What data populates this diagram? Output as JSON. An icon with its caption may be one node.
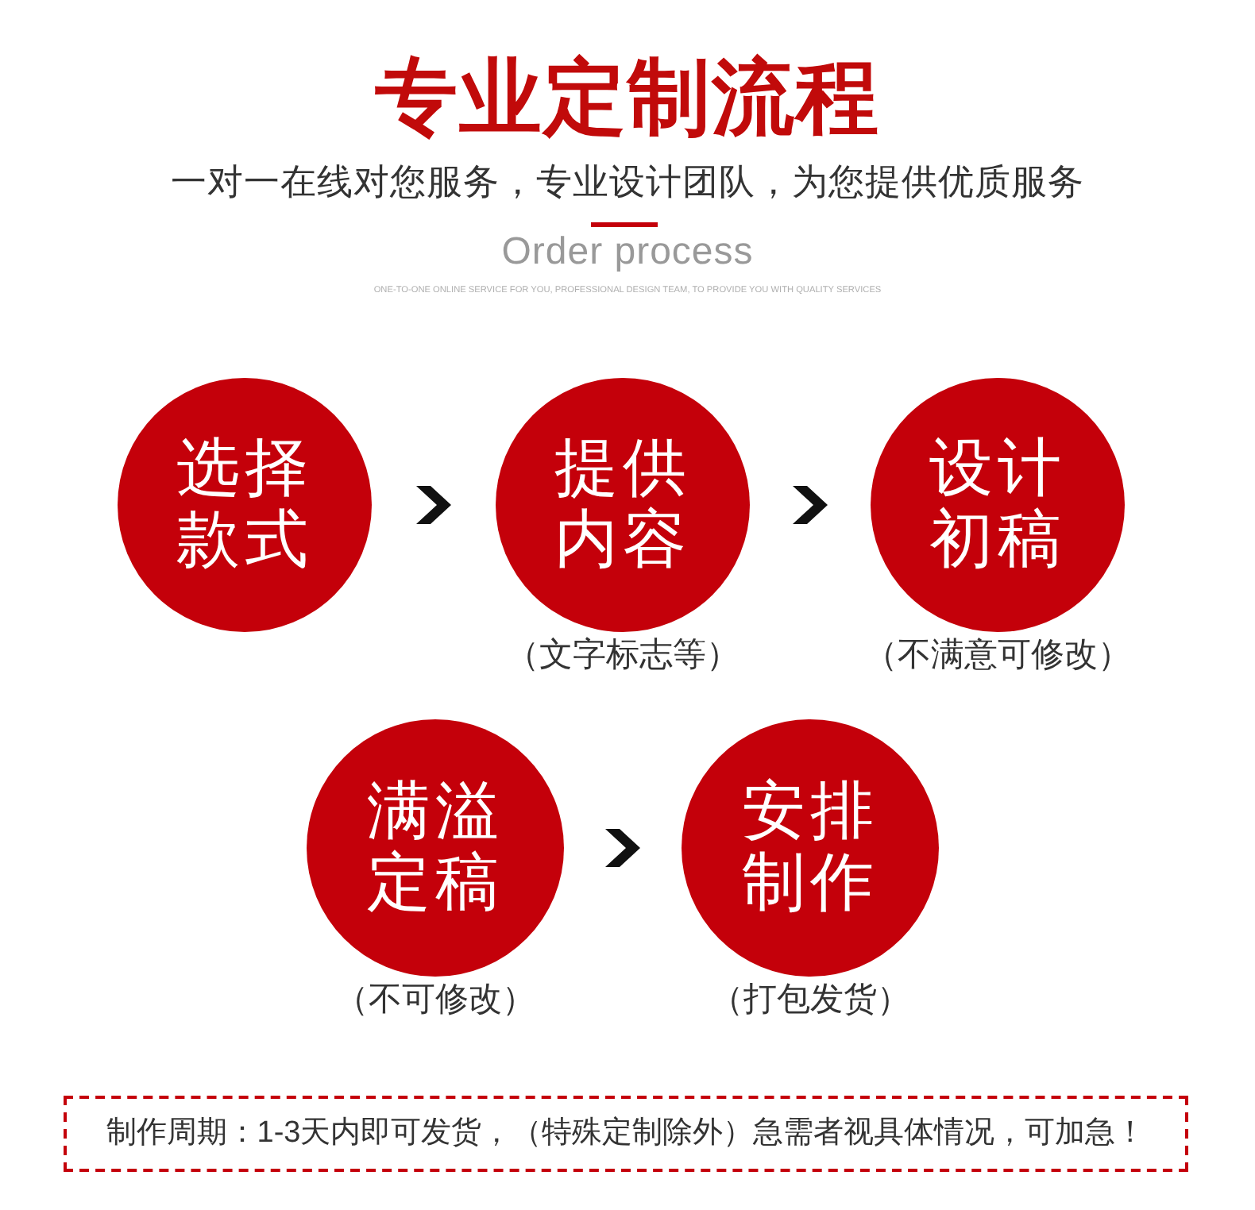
{
  "diagram": {
    "title": "专业定制流程",
    "nodes": [
      {
        "text": [
          "选择款式"
        ]
      },
      {
        "text": [
          "提供内容"
        ],
        "beside": [
          "（文字标志等）"
        ]
      },
      {
        "text": [
          "设计初稿"
        ],
        "beside": [
          "（不满意可修改）"
        ]
      },
      {
        "text": [
          "满溢定稿"
        ],
        "beside": [
          "（不可修改）"
        ]
      },
      {
        "text": [
          "安排制作"
        ],
        "beside": [
          "（打包发货）"
        ]
      },
      {
        "text": [
          "制作周期：1-3天内即可发货，（特殊定制除外）急需者视具体情况，可加急！"
        ]
      }
    ],
    "edges": [
      {
        "from": 0,
        "to": 1,
        "arrow": "to"
      },
      {
        "from": 1,
        "to": 2,
        "arrow": "to"
      },
      {
        "from": 3,
        "to": 4,
        "arrow": "to"
      }
    ],
    "labels": [
      "一对一在线对您服务，专业设计团队，为您提供优质服务",
      "Order process",
      "ONE-TO-ONE ONLINE SERVICE FOR YOU, PROFESSIONAL DESIGN TEAM, TO PROVIDE YOU WITH QUALITY SERVICES"
    ]
  }
}
